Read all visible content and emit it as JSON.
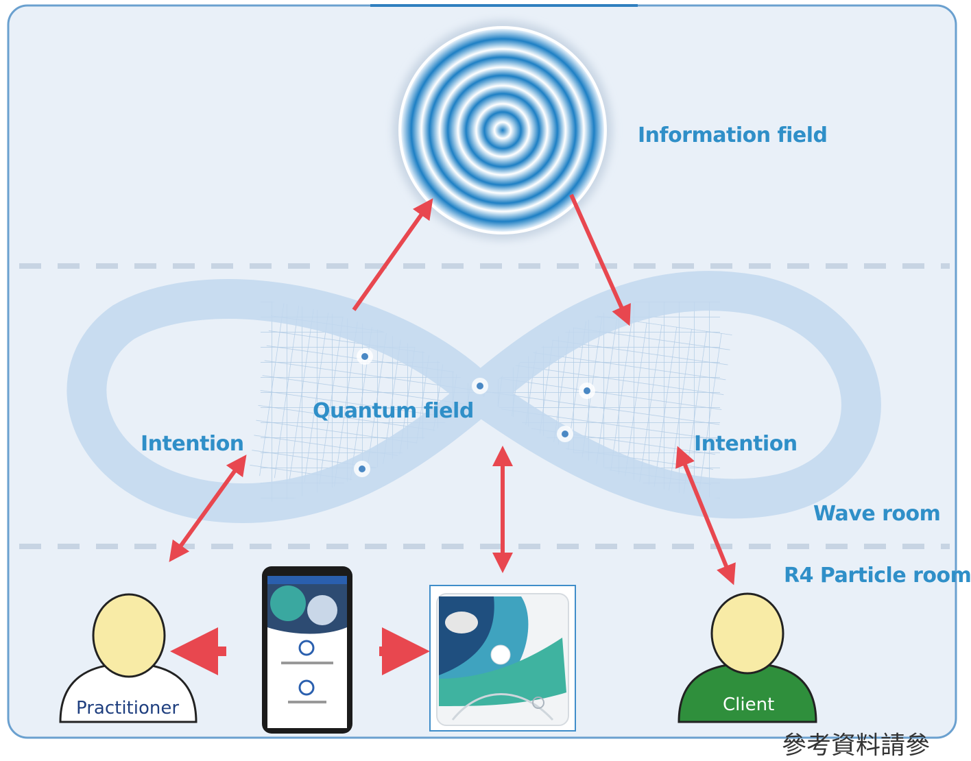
{
  "labels": {
    "information_field": "Information field",
    "quantum_field": "Quantum field",
    "intention_left": "Intention",
    "intention_right": "Intention",
    "wave_room": "Wave room",
    "particle_room": "R4 Particle room"
  },
  "people": {
    "practitioner": "Practitioner",
    "client": "Client"
  },
  "footer_note": "參考資料請參",
  "colors": {
    "background": "#e9f0f8",
    "frame": "#6aa0cf",
    "loop": "#c2d8ee",
    "arrow": "#e8474f",
    "label_text": "#2f8fc8",
    "practitioner_body": "#ffffff",
    "client_body": "#2f8f3c",
    "face": "#f8eba6"
  }
}
